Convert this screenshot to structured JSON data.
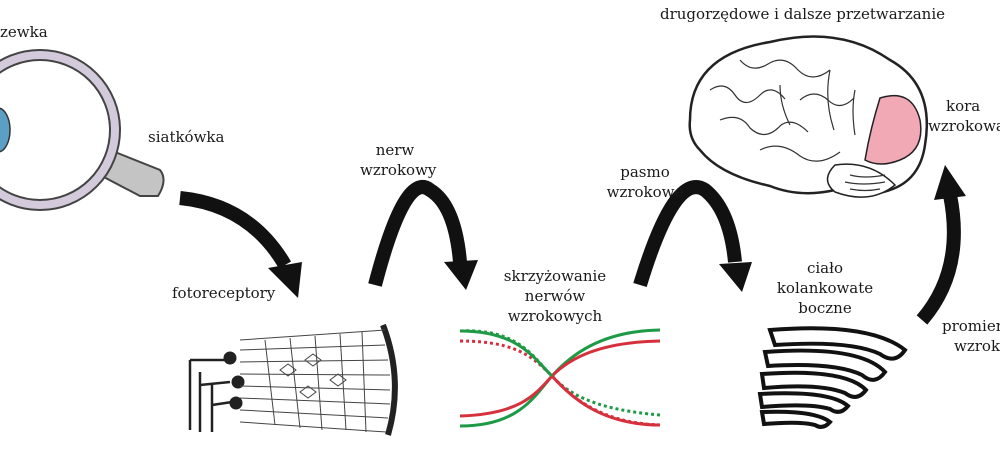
{
  "labels": {
    "eye": "zewka",
    "retina": "siatkówka",
    "optic_nerve_1": "nerw",
    "optic_nerve_2": "wzrokowy",
    "photoreceptors": "fotoreceptory",
    "chiasm_1": "skrzyżowanie",
    "chiasm_2": "nerwów",
    "chiasm_3": "wzrokowych",
    "tract_1": "pasmo",
    "tract_2": "wzrokowe",
    "secondary": "drugorzędowe i dalsze przetwarzanie",
    "cortex_1": "kora",
    "cortex_2": "wzrokowa",
    "lgn_1": "ciało",
    "lgn_2": "kolankowate",
    "lgn_3": "boczne",
    "radiation_1": "promieni",
    "radiation_2": "wzroko"
  },
  "colors": {
    "ink": "#1a1a1a",
    "eye_ring": "#c9c2d3",
    "eye_outline": "#444444",
    "lens": "#5ba0c4",
    "cortex": "#f1a9b6",
    "chiasm_green": "#1e9a46",
    "chiasm_red": "#d6303c",
    "arrow": "#111111"
  }
}
